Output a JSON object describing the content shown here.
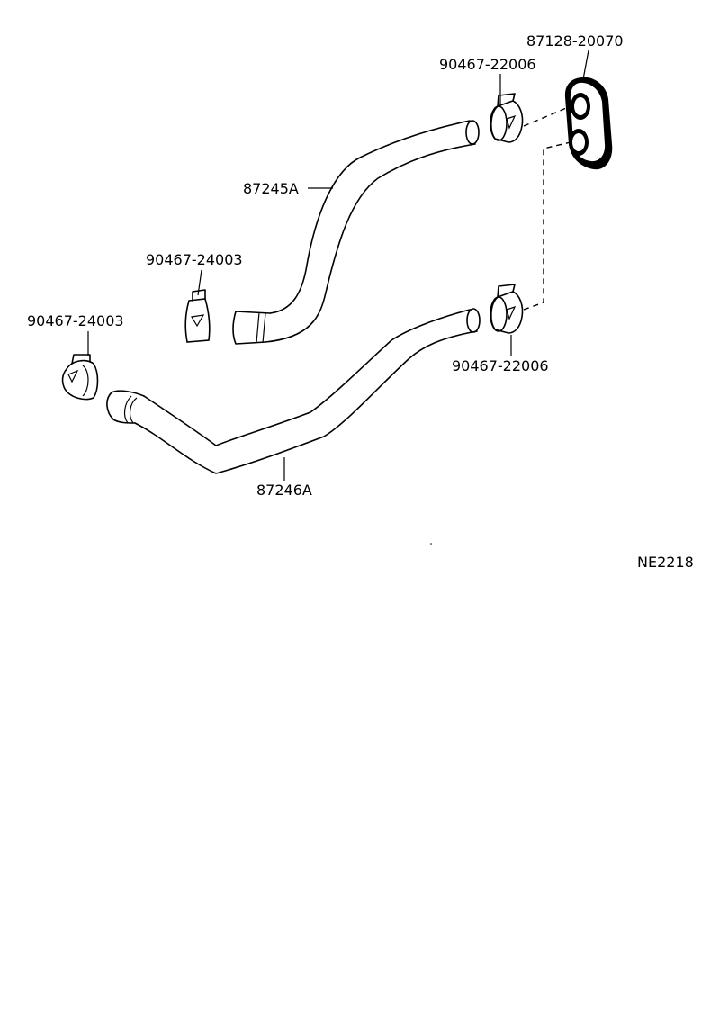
{
  "diagram": {
    "code": "NE2218",
    "parts": {
      "grommet": "87128-20070",
      "clamp_upper": "90467-22006",
      "clamp_lower": "90467-22006",
      "clamp_mid_left": "90467-24003",
      "clamp_far_left": "90467-24003",
      "hose_upper": "87245A",
      "hose_lower": "87246A"
    }
  }
}
